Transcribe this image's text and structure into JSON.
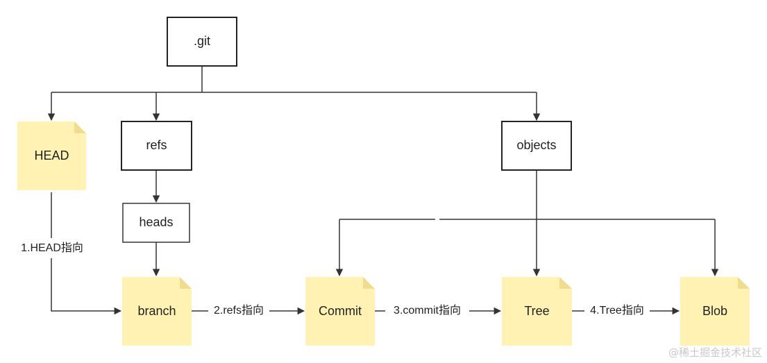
{
  "nodes": {
    "git": ".git",
    "head": "HEAD",
    "refs": "refs",
    "objects": "objects",
    "heads": "heads",
    "branch": "branch",
    "commit": "Commit",
    "tree": "Tree",
    "blob": "Blob"
  },
  "edges": {
    "head_to_branch": "1.HEAD指向",
    "branch_to_commit": "2.refs指向",
    "commit_to_tree": "3.commit指向",
    "tree_to_blob": "4.Tree指向"
  },
  "watermark": "@稀土掘金技术社区",
  "colors": {
    "note_fill": "#fff2b3",
    "note_fold": "#f0dc8f",
    "line": "#333333",
    "box_border": "#222222"
  }
}
